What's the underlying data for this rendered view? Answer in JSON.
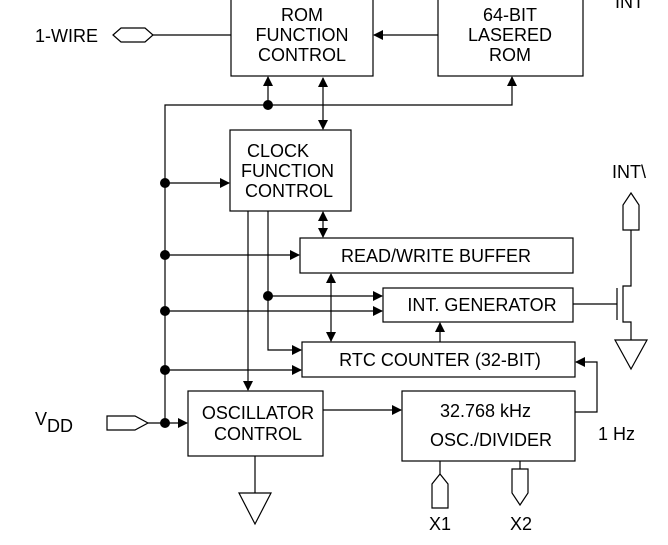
{
  "blocks": {
    "rom_function_control": [
      "ROM",
      "FUNCTION",
      "CONTROL"
    ],
    "lasered_rom": [
      "64-BIT",
      "LASERED",
      "ROM"
    ],
    "clock_function_control": [
      "CLOCK",
      "FUNCTION",
      "CONTROL"
    ],
    "read_write_buffer": "READ/WRITE BUFFER",
    "int_generator": "INT. GENERATOR",
    "rtc_counter": "RTC COUNTER (32-BIT)",
    "oscillator_control": [
      "OSCILLATOR",
      "CONTROL"
    ],
    "osc_divider": [
      "32.768 kHz",
      "OSC./DIVIDER"
    ]
  },
  "pins": {
    "one_wire": "1-WIRE",
    "vdd_main": "V",
    "vdd_sub": "DD",
    "int_top_cut": "INT",
    "int": "INT\\",
    "x1": "X1",
    "x2": "X2",
    "one_hz": "1 Hz"
  }
}
